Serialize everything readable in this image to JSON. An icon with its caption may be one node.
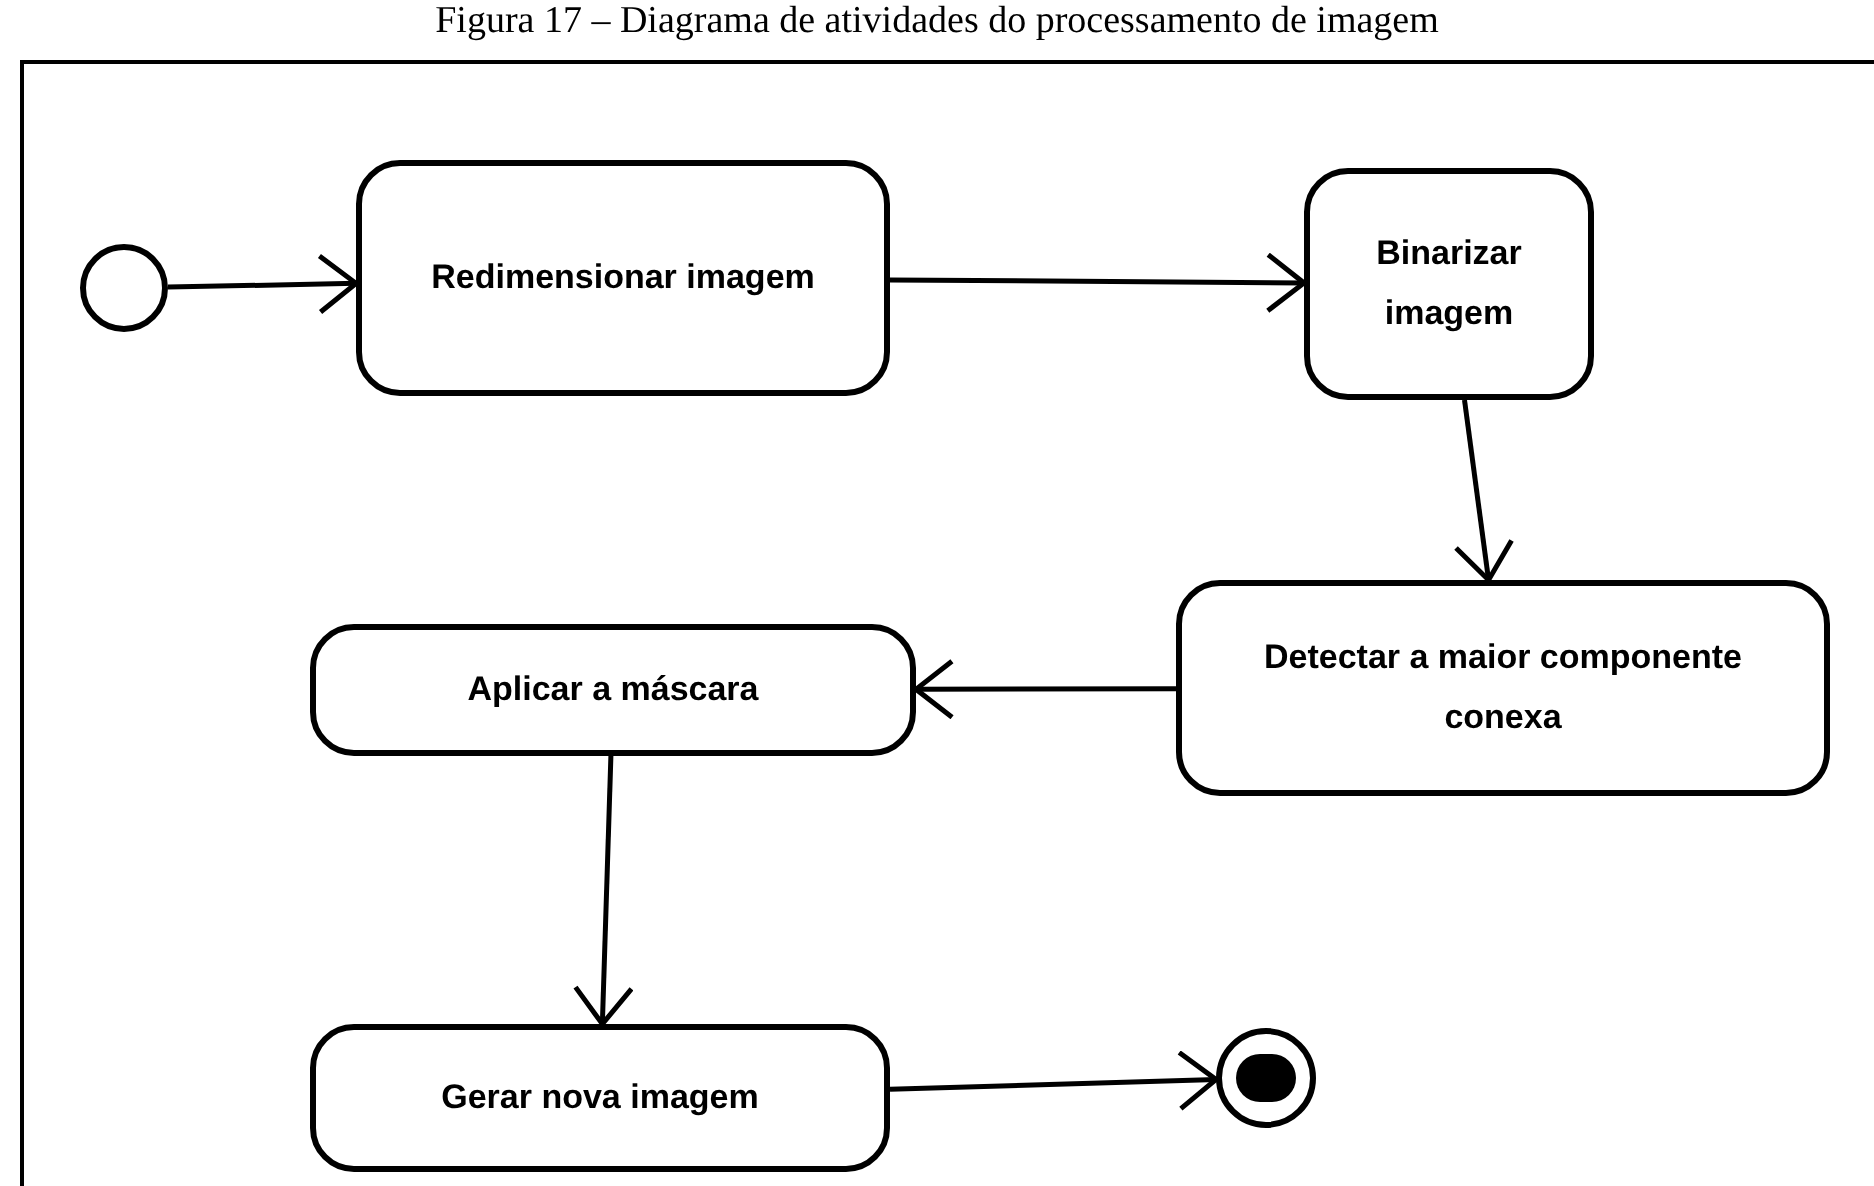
{
  "diagram": {
    "title": "Figura 17 – Diagrama de atividades do processamento de imagem",
    "nodes": [
      {
        "text": [],
        "shape": "circle"
      },
      {
        "text": [
          "Redimensionar imagem"
        ]
      },
      {
        "text": [
          "Binarizar imagem"
        ]
      },
      {
        "text": [
          "Detectar a maior componente conexa"
        ]
      },
      {
        "text": [
          "Aplicar a máscara"
        ]
      },
      {
        "text": [
          "Gerar nova imagem"
        ]
      },
      {
        "text": [],
        "shape": "circle"
      }
    ],
    "edges": [
      {
        "from": 0,
        "to": 1,
        "arrow": "to"
      },
      {
        "from": 1,
        "to": 2,
        "arrow": "to"
      },
      {
        "from": 2,
        "to": 3,
        "arrow": "to"
      },
      {
        "from": 3,
        "to": 4,
        "arrow": "to"
      },
      {
        "from": 4,
        "to": 5,
        "arrow": "to"
      },
      {
        "from": 5,
        "to": 6,
        "arrow": "to"
      }
    ]
  }
}
